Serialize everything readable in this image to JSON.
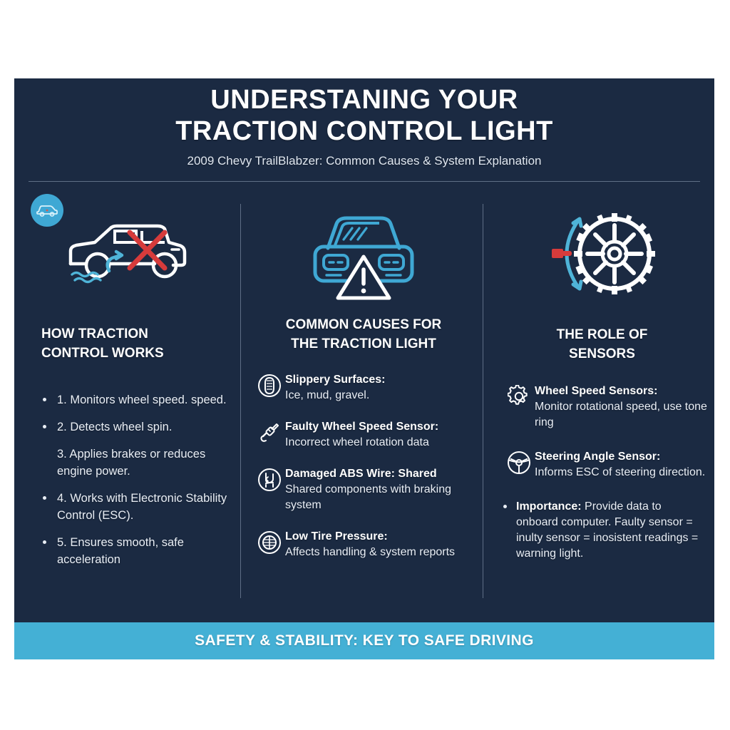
{
  "poster": {
    "background_color": "#1b2a42",
    "accent_color": "#44b0d5",
    "alert_color": "#d63b3b",
    "text_color": "#e9eef5"
  },
  "header": {
    "title_line1": "UNDERSTANING YOUR",
    "title_line2": "TRACTION CONTROL LIGHT",
    "subtitle": "2009 Chevy TrailBlabzer: Common Causes & System Explanation"
  },
  "badge": {
    "icon": "car-badge-icon"
  },
  "columns": [
    {
      "id": "how-traction-control-works",
      "hero_icon": "car-skidding-no-traction-icon",
      "title_line1": "HOW TRACTION",
      "title_line2": "CONTROL WORKS",
      "steps": [
        {
          "text": "1. Monitors wheel speed. speed.",
          "bullet": true
        },
        {
          "text": "2. Detects wheel spin.",
          "bullet": true
        },
        {
          "text": "3. Applies brakes or reduces engine power.",
          "bullet": false
        },
        {
          "text": "4. Works with Electronic Stability Control (ESC).",
          "bullet": true
        },
        {
          "text": "5. Ensures smooth, safe acceleration",
          "bullet": true
        }
      ]
    },
    {
      "id": "common-causes-for-the-traction-light",
      "hero_icon": "car-front-warning-triangle-icon",
      "title_line1": "COMMON CAUSES FOR",
      "title_line2": "THE TRACTION LIGHT",
      "items": [
        {
          "icon": "tire-tread-icon",
          "lead": "Slippery Surfaces:",
          "body": "Ice, mud, gravel."
        },
        {
          "icon": "sensor-plug-icon",
          "lead": "Faulty Wheel Speed Sensor:",
          "body": "Incorrect wheel rotation data"
        },
        {
          "icon": "abs-wiring-icon",
          "lead": "Damaged ABS Wire: Shared",
          "body": "Shared components with braking system"
        },
        {
          "icon": "tire-pressure-gauge-icon",
          "lead": "Low Tire Pressure:",
          "body": "Affects handling & system reports"
        }
      ]
    },
    {
      "id": "the-role-of-sensors",
      "hero_icon": "wheel-tone-ring-sensor-icon",
      "title_line1": "THE ROLE OF",
      "title_line2": "SENSORS",
      "items": [
        {
          "icon": "gear-icon",
          "lead": "Wheel Speed Sensors:",
          "body": "Monitor rotational speed, use tone ring"
        },
        {
          "icon": "steering-wheel-icon",
          "lead": "Steering Angle Sensor:",
          "body": "Informs ESC of steering direction."
        }
      ],
      "importance": {
        "lead": "Importance:",
        "body": "Provide data to onboard computer. Faulty sensor = inulty sensor = inosistent readings = warning light."
      }
    }
  ],
  "footer": {
    "text": "SAFETY & STABILITY: KEY TO SAFE DRIVING"
  }
}
